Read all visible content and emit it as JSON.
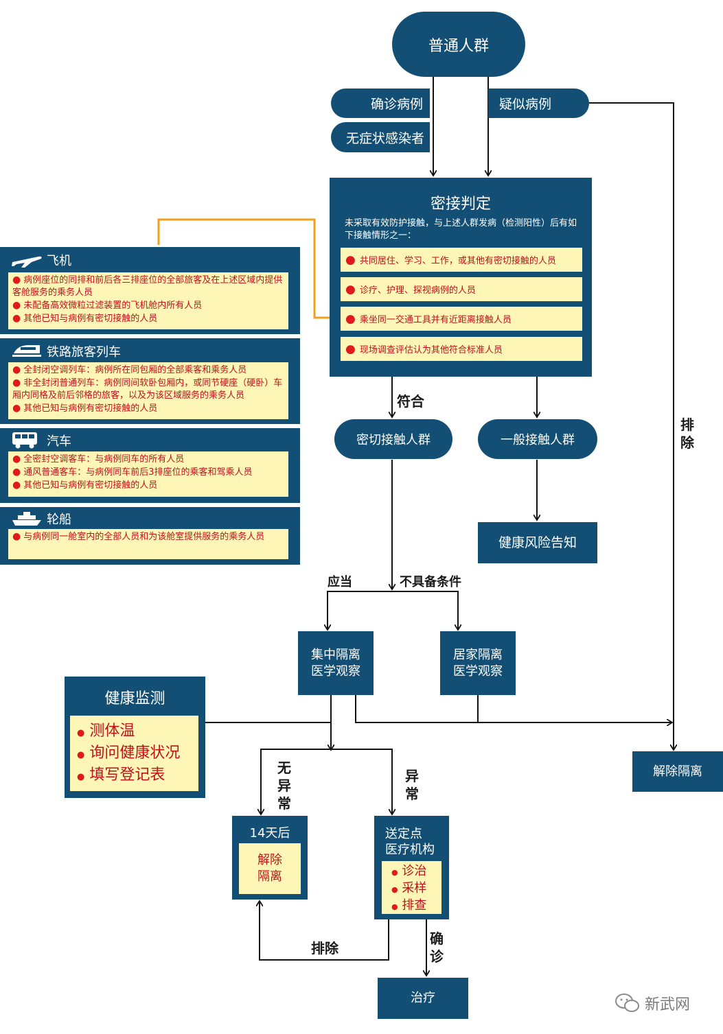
{
  "nodes": {
    "general_population": "普通人群",
    "confirmed_case": "确诊病例",
    "suspected_case": "疑似病例",
    "asymptomatic": "无症状感染者",
    "close_contact_group": "密切接触人群",
    "general_contact_group": "一般接触人群",
    "health_risk_notice": "健康风险告知",
    "central_isolation": [
      "集中隔离",
      "医学观察"
    ],
    "home_isolation": [
      "居家隔离",
      "医学观察"
    ],
    "release_isolation": "解除隔离",
    "after_14_days": "14天后",
    "release_inner": [
      "解除",
      "隔离"
    ],
    "medical_institution": [
      "送定点",
      "医疗机构"
    ],
    "treatment": "治疗"
  },
  "determination": {
    "title": "密接判定",
    "description": "未采取有效防护接触，与上述人群发病（检测阳性）后有如下接触情形之一：",
    "criteria": [
      "共同居住、学习、工作，或其他有密切接触的人员",
      "诊疗、护理、探视病例的人员",
      "乘坐同一交通工具并有近距离接触人员",
      "现场调查评估认为其他符合标准人员"
    ]
  },
  "transport": [
    {
      "icon": "airplane-icon",
      "title": "飞机",
      "items": [
        "病例座位的同排和前后各三排座位的全部旅客及在上述区域内提供客舱服务的乘务人员",
        "未配备高效微粒过滤装置的飞机舱内所有人员",
        "其他已知与病例有密切接触的人员"
      ]
    },
    {
      "icon": "train-icon",
      "title": "铁路旅客列车",
      "items": [
        "全封闭空调列车：病例所在同包厢的全部乘客和乘务人员",
        "非全封闭普通列车：病例同间软卧包厢内，或同节硬座（硬卧）车厢内同格及前后邻格的旅客，以及为该区域服务的乘务人员",
        "其他已知与病例有密切接触的人员"
      ]
    },
    {
      "icon": "bus-icon",
      "title": "汽车",
      "items": [
        "全密封空调客车：与病例同车的所有人员",
        "通风普通客车：与病例同车前后3排座位的乘客和驾乘人员",
        "其他已知与病例有密切接触的人员"
      ]
    },
    {
      "icon": "ship-icon",
      "title": "轮船",
      "items": [
        "与病例同一舱室内的全部人员和为该舱室提供服务的乘务人员"
      ]
    }
  ],
  "health_monitoring": {
    "title": "健康监测",
    "items": [
      "测体温",
      "询问健康状况",
      "填写登记表"
    ]
  },
  "medical_actions": [
    "诊治",
    "采样",
    "排查"
  ],
  "edge_labels": {
    "meets": "符合",
    "should": "应当",
    "not_qualified": "不具备条件",
    "exclude_right": "排除",
    "no_abnormal": "无异常",
    "abnormal": "异常",
    "exclude_bottom": "排除",
    "confirmed": "确诊"
  },
  "watermark": "新武网",
  "colors": {
    "navy": "#134f74",
    "pale_yellow": "#fdf6b6",
    "red_text": "#c0121b",
    "orange_connector": "#f0a11a"
  }
}
